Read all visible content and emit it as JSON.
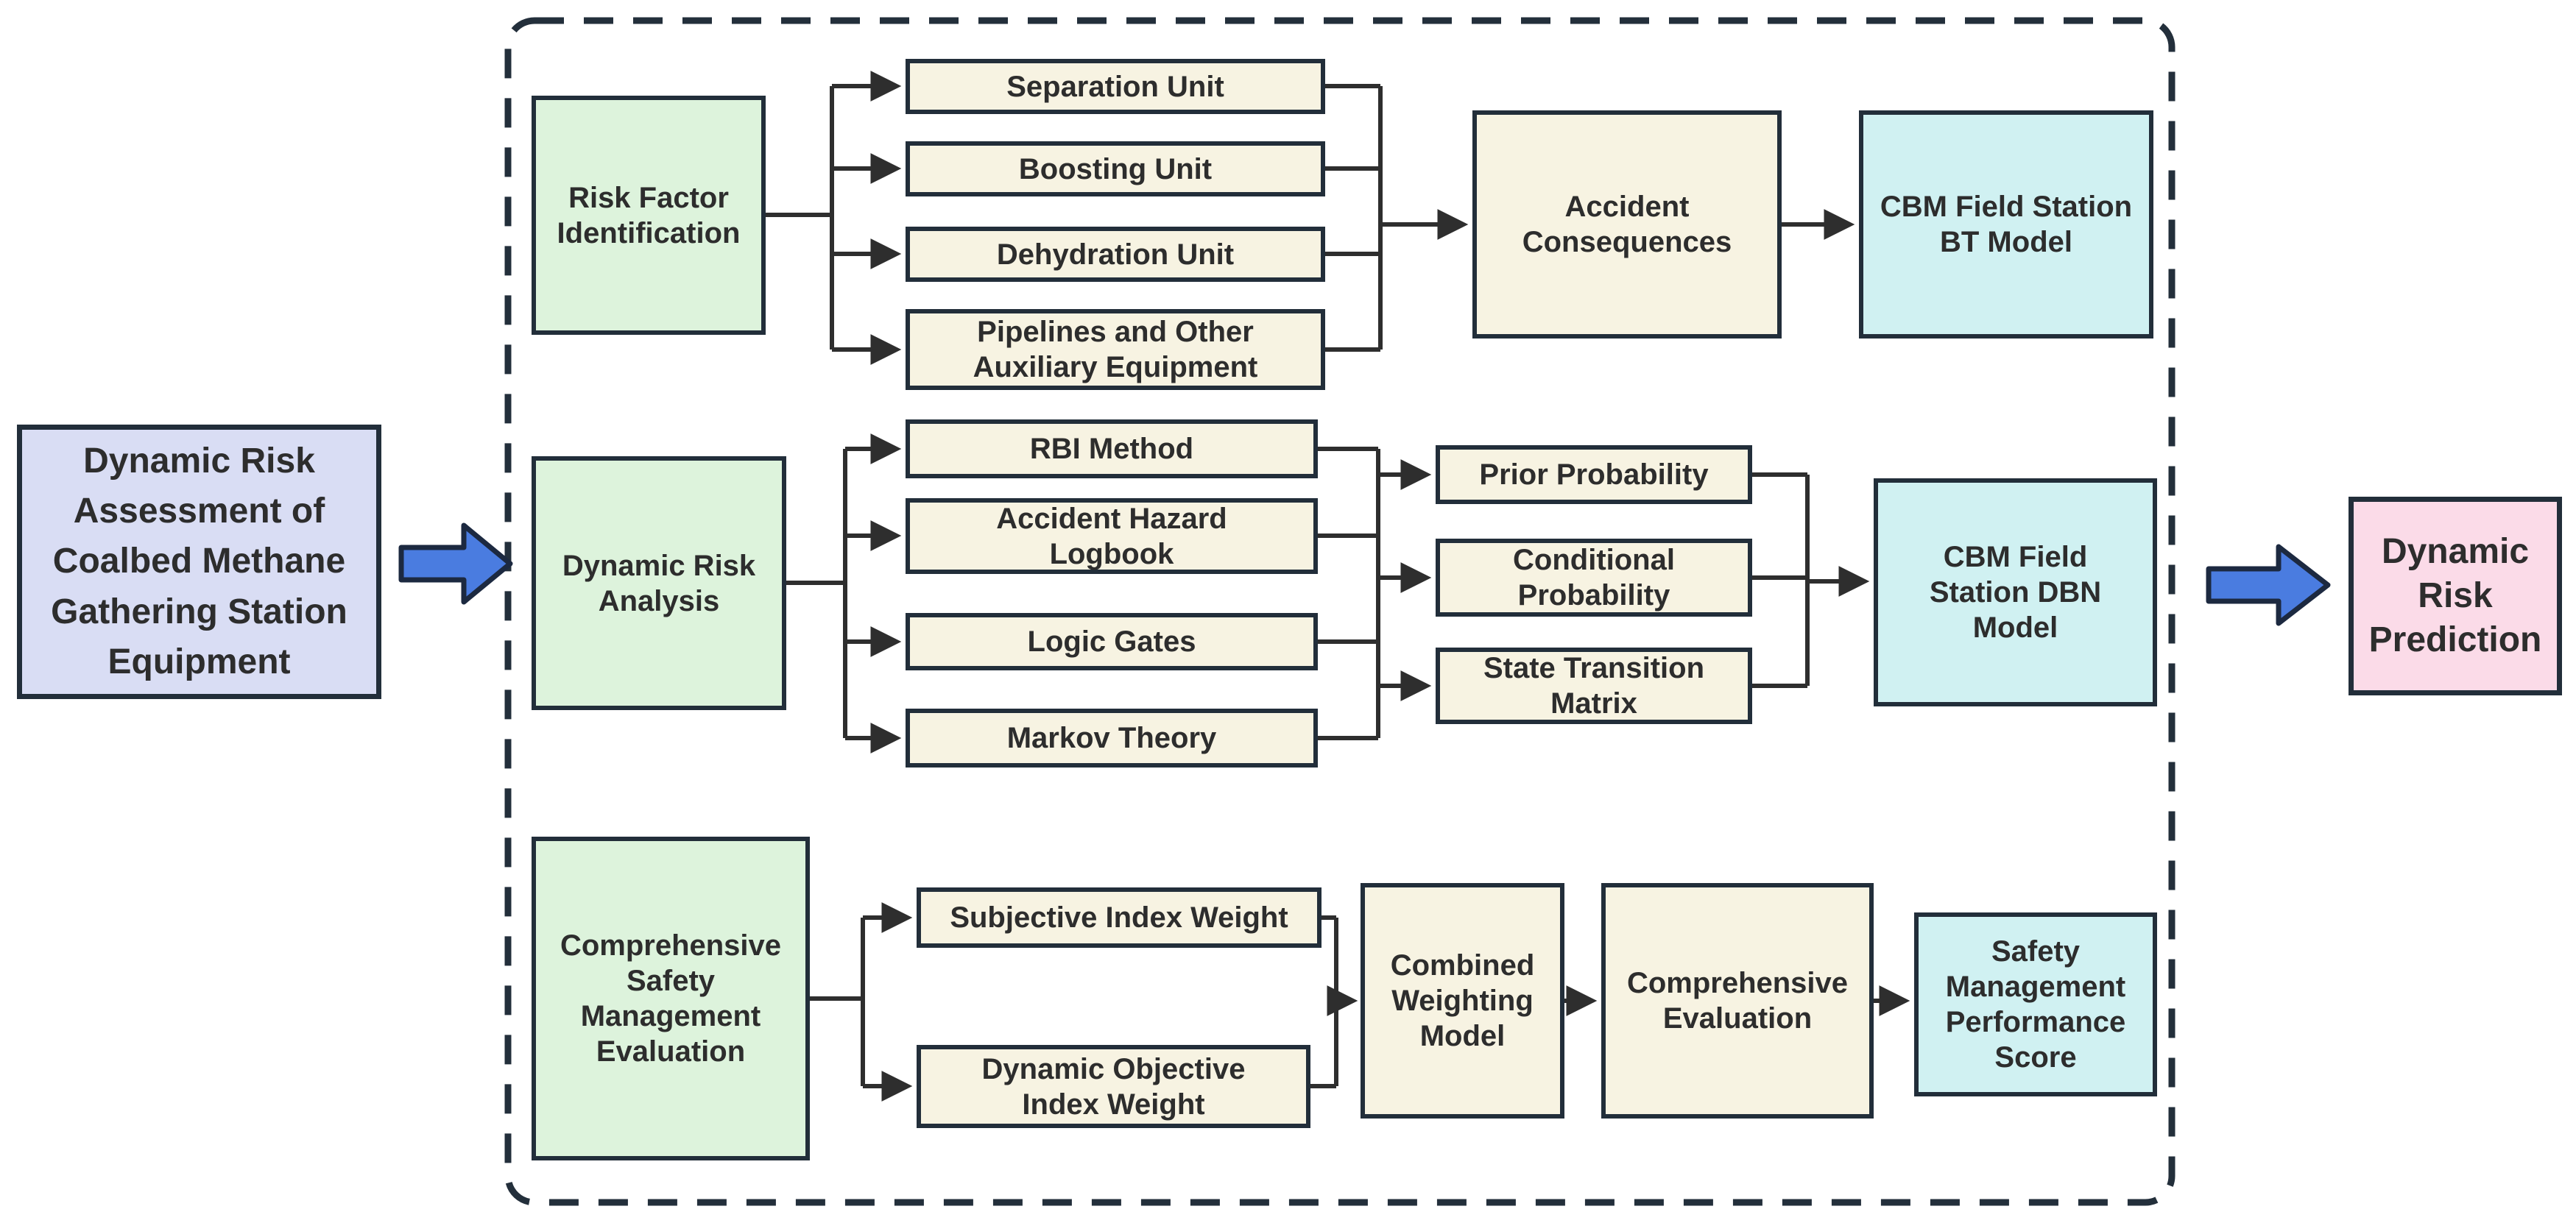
{
  "figure_type": "flowchart",
  "colors": {
    "background": "#ffffff",
    "node_border": "#222e3a",
    "connector_line": "#2e2e2e",
    "dashed_frame": "#232f3b",
    "flow_arrow_fill": "#4a7ce0",
    "flow_arrow_border": "#1c2940",
    "fill_lavender": "#d9ddf4",
    "fill_green": "#ddf3dc",
    "fill_cream": "#f7f3e2",
    "fill_cyan": "#d0f1f2",
    "fill_pink": "#fbdbe8",
    "text": "#2d2d2d"
  },
  "nodes": {
    "main_input": {
      "label": "Dynamic Risk\nAssessment of\nCoalbed Methane\nGathering Station\nEquipment"
    },
    "risk_factor_identification": {
      "label": "Risk Factor\nIdentification"
    },
    "separation_unit": {
      "label": "Separation Unit"
    },
    "boosting_unit": {
      "label": "Boosting Unit"
    },
    "dehydration_unit": {
      "label": "Dehydration Unit"
    },
    "pipelines_auxiliary": {
      "label": "Pipelines and Other\nAuxiliary Equipment"
    },
    "accident_consequences": {
      "label": "Accident\nConsequences"
    },
    "bt_model": {
      "label": "CBM Field Station\nBT Model"
    },
    "dynamic_risk_analysis": {
      "label": "Dynamic Risk\nAnalysis"
    },
    "rbi_method": {
      "label": "RBI Method"
    },
    "accident_hazard_logbook": {
      "label": "Accident Hazard\nLogbook"
    },
    "logic_gates": {
      "label": "Logic Gates"
    },
    "markov_theory": {
      "label": "Markov Theory"
    },
    "prior_probability": {
      "label": "Prior Probability"
    },
    "conditional_probability": {
      "label": "Conditional\nProbability"
    },
    "state_transition_matrix": {
      "label": "State Transition\nMatrix"
    },
    "dbn_model": {
      "label": "CBM Field\nStation DBN\nModel"
    },
    "comprehensive_safety_management_evaluation": {
      "label": "Comprehensive\nSafety\nManagement\nEvaluation"
    },
    "subjective_index_weight": {
      "label": "Subjective Index Weight"
    },
    "dynamic_objective_index_weight": {
      "label": "Dynamic Objective\nIndex Weight"
    },
    "combined_weighting_model": {
      "label": "Combined\nWeighting\nModel"
    },
    "comprehensive_evaluation": {
      "label": "Comprehensive\nEvaluation"
    },
    "safety_management_performance_score": {
      "label": "Safety\nManagement\nPerformance\nScore"
    },
    "dynamic_risk_prediction": {
      "label": "Dynamic\nRisk\nPrediction"
    }
  }
}
